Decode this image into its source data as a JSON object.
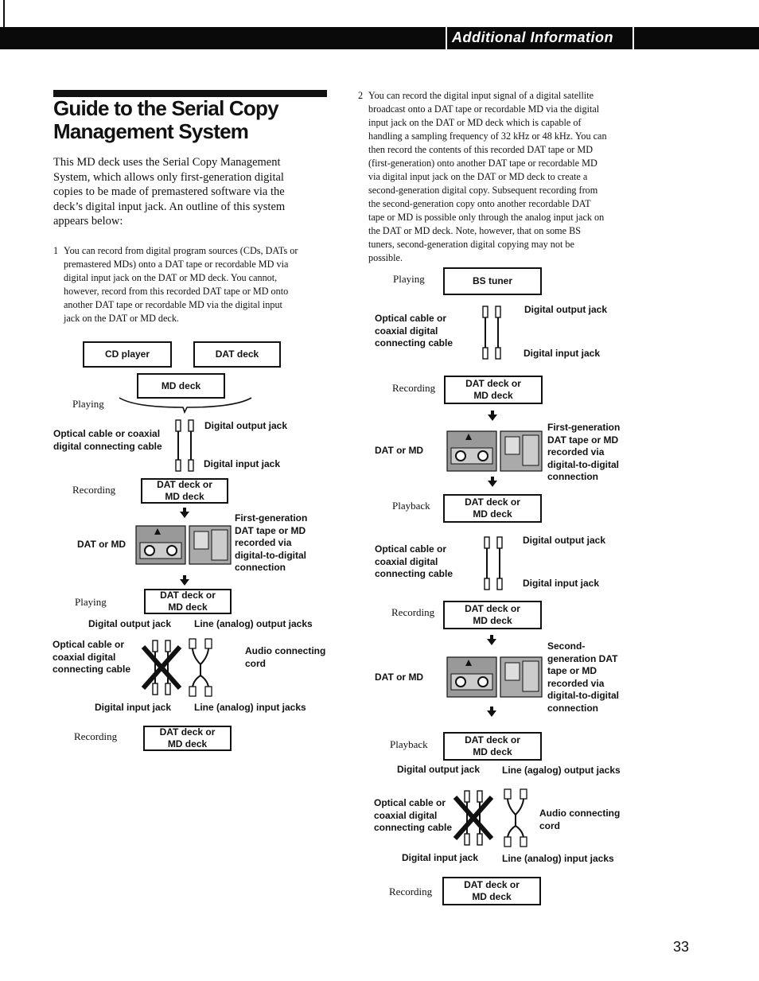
{
  "header": {
    "section_title": "Additional Information"
  },
  "title_lines": [
    "Guide to the Serial Copy",
    "Management System"
  ],
  "intro": "This MD deck uses the Serial Copy Management System, which allows only first-generation digital copies to be made of premastered software via the deck’s digital input jack.  An outline of this system appears below:",
  "item1": {
    "num": "1",
    "lines": [
      "You can record from digital program sources (CDs, DATs or",
      "premastered MDs) onto a DAT tape or recordable MD via",
      "digital input jack on the DAT or MD deck.  You cannot,",
      "however, record from this recorded DAT tape or MD onto",
      "another DAT tape or recordable MD via the digital input",
      "jack on the DAT or MD deck."
    ]
  },
  "item2": {
    "num": "2",
    "lines": [
      "You can record the digital input signal of a digital satellite",
      "broadcast onto a DAT tape or recordable MD via the digital",
      "input jack on the DAT or MD deck which is capable of",
      "handling a sampling frequency of 32 kHz or 48 kHz.  You can",
      "then record the contents of this recorded DAT tape or MD",
      "(first-generation) onto another DAT tape or recordable MD",
      "via digital input jack on the DAT or MD deck to create a",
      "second-generation digital copy.  Subsequent recording from",
      "the second-generation copy onto another recordable DAT",
      "tape or MD is possible only through the analog input jack on",
      "the DAT or MD deck. Note, however, that on some BS",
      "tuners, second-generation digital copying may not be",
      "possible."
    ]
  },
  "diagram1": {
    "cd_player": "CD player",
    "dat_deck": "DAT deck",
    "md_deck": "MD deck",
    "playing": "Playing",
    "cable": [
      "Optical cable or coaxial",
      "digital connecting cable"
    ],
    "digital_output_jack": "Digital output jack",
    "digital_input_jack": "Digital input jack",
    "recording": "Recording",
    "dat_or_md_deck": [
      "DAT deck or",
      "MD deck"
    ],
    "first_gen": [
      "First-generation",
      "DAT tape or MD",
      "recorded via",
      "digital-to-digital",
      "connection"
    ],
    "dat_or_md": "DAT or MD",
    "playing2": "Playing",
    "digital_output_jack2": "Digital output jack",
    "line_output_jacks": "Line (analog) output jacks",
    "cable2": [
      "Optical cable or",
      "coaxial digital",
      "connecting cable"
    ],
    "audio_cord": [
      "Audio connecting",
      "cord"
    ],
    "digital_input_jack2": "Digital input jack",
    "line_input_jacks": "Line (analog) input jacks",
    "recording2": "Recording"
  },
  "diagram2": {
    "playing": "Playing",
    "bs_tuner": "BS tuner",
    "cable": [
      "Optical cable or",
      "coaxial digital",
      "connecting cable"
    ],
    "digital_output_jack": "Digital output jack",
    "digital_input_jack": "Digital input jack",
    "recording": "Recording",
    "dat_or_md_deck": [
      "DAT deck or",
      "MD deck"
    ],
    "first_gen": [
      "First-generation",
      "DAT tape or MD",
      "recorded via",
      "digital-to-digital",
      "connection"
    ],
    "dat_or_md": "DAT or MD",
    "playback": "Playback",
    "second_gen": [
      "Second-",
      "generation DAT",
      "tape or MD",
      "recorded via",
      "digital-to-digital",
      "connection"
    ],
    "digital_output_jack3": "Digital output jack",
    "line_output_jacks": "Line (agalog) output jacks",
    "audio_cord": [
      "Audio connecting",
      "cord"
    ],
    "digital_input_jack3": "Digital input jack",
    "line_input_jacks": "Line (analog) input jacks"
  },
  "page_number": "33"
}
